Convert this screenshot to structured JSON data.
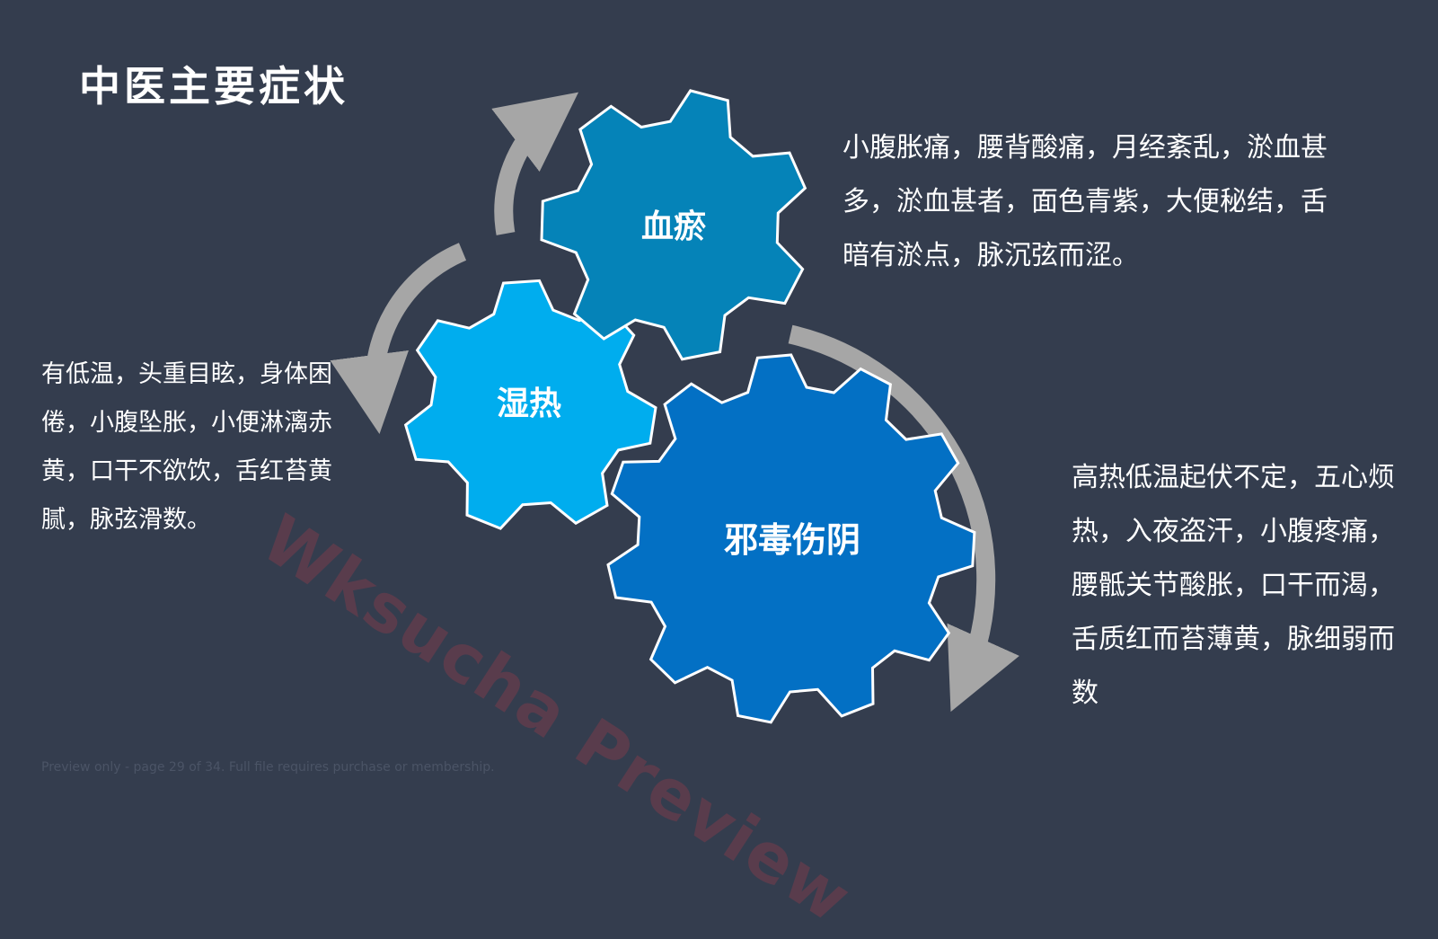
{
  "title": "中医主要症状",
  "gears": [
    {
      "id": "bloodstasis",
      "label": "血瘀",
      "color": "#0583b8"
    },
    {
      "id": "dampheat",
      "label": "湿热",
      "color": "#00adee"
    },
    {
      "id": "toxin",
      "label": "邪毒伤阴",
      "color": "#0370c4"
    }
  ],
  "descriptions": {
    "bloodstasis": "小腹胀痛，腰背酸痛，月经紊乱，淤血甚多，淤血甚者，面色青紫，大便秘结，舌暗有淤点，脉沉弦而涩。",
    "dampheat": "有低温，头重目眩，身体困倦，小腹坠胀，小便淋漓赤黄，口干不欲饮，舌红苔黄腻，脉弦滑数。",
    "toxin": "高热低温起伏不定，五心烦热，入夜盗汗，小腹疼痛，腰骶关节酸胀，口干而渴，舌质红而苔薄黄，脉细弱而数"
  },
  "watermark": "Wksucha Preview",
  "footer": "Preview only - page 29 of 34. Full file requires purchase or membership.",
  "colors": {
    "background": "#343d4e",
    "arrow": "#a6a6a6",
    "gear_stroke": "#ffffff"
  }
}
